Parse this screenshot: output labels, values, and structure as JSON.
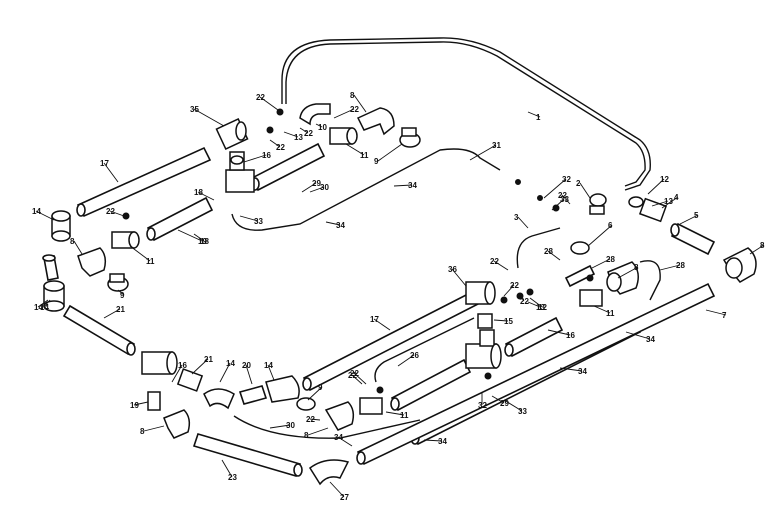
{
  "diagram": {
    "labels": [
      {
        "text": "22"
      },
      {
        "text": "35"
      },
      {
        "text": "8"
      },
      {
        "text": "1"
      },
      {
        "text": "22"
      },
      {
        "text": "10"
      },
      {
        "text": "13"
      },
      {
        "text": "22"
      },
      {
        "text": "11"
      },
      {
        "text": "22"
      },
      {
        "text": "16"
      },
      {
        "text": "9"
      },
      {
        "text": "31"
      },
      {
        "text": "17"
      },
      {
        "text": "14"
      },
      {
        "text": "18"
      },
      {
        "text": "30"
      },
      {
        "text": "29"
      },
      {
        "text": "22"
      },
      {
        "text": "19"
      },
      {
        "text": "34"
      },
      {
        "text": "12"
      },
      {
        "text": "4"
      },
      {
        "text": "33"
      },
      {
        "text": "32"
      },
      {
        "text": "2"
      },
      {
        "text": "33"
      },
      {
        "text": "22"
      },
      {
        "text": "13"
      },
      {
        "text": "14"
      },
      {
        "text": "18"
      },
      {
        "text": "34"
      },
      {
        "text": "3"
      },
      {
        "text": "5"
      },
      {
        "text": "28"
      },
      {
        "text": "11"
      },
      {
        "text": "9"
      },
      {
        "text": "8"
      },
      {
        "text": "6"
      },
      {
        "text": "8"
      },
      {
        "text": "14"
      },
      {
        "text": "21"
      },
      {
        "text": "22"
      },
      {
        "text": "28"
      },
      {
        "text": "8"
      },
      {
        "text": "36"
      },
      {
        "text": "22"
      },
      {
        "text": "22"
      },
      {
        "text": "12"
      },
      {
        "text": "28"
      },
      {
        "text": "11"
      },
      {
        "text": "17"
      },
      {
        "text": "13"
      },
      {
        "text": "7"
      },
      {
        "text": "15"
      },
      {
        "text": "34"
      },
      {
        "text": "16"
      },
      {
        "text": "21"
      },
      {
        "text": "14"
      },
      {
        "text": "20"
      },
      {
        "text": "14"
      },
      {
        "text": "26"
      },
      {
        "text": "34"
      },
      {
        "text": "22"
      },
      {
        "text": "9"
      },
      {
        "text": "19"
      },
      {
        "text": "22"
      },
      {
        "text": "30"
      },
      {
        "text": "8"
      },
      {
        "text": "11"
      },
      {
        "text": "32"
      },
      {
        "text": "29"
      },
      {
        "text": "33"
      },
      {
        "text": "34"
      },
      {
        "text": "8"
      },
      {
        "text": "34"
      },
      {
        "text": "23"
      },
      {
        "text": "27"
      },
      {
        "text": "16"
      },
      {
        "text": "22"
      }
    ]
  }
}
